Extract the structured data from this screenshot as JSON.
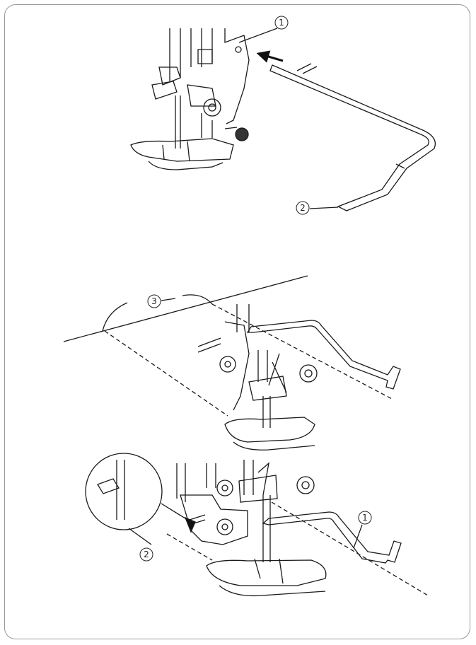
{
  "callouts": {
    "figure1": {
      "c1": "1",
      "c2": "2"
    },
    "figure2": {
      "c3": "3"
    },
    "figure3": {
      "c1": "1",
      "c2": "2"
    }
  },
  "colors": {
    "line": "#1a1a1a",
    "border": "#9a9a9a"
  },
  "icons": [
    "arrow-icon",
    "presser-foot",
    "quilting-guide-bar",
    "fabric-sheet",
    "magnifier-inset"
  ]
}
